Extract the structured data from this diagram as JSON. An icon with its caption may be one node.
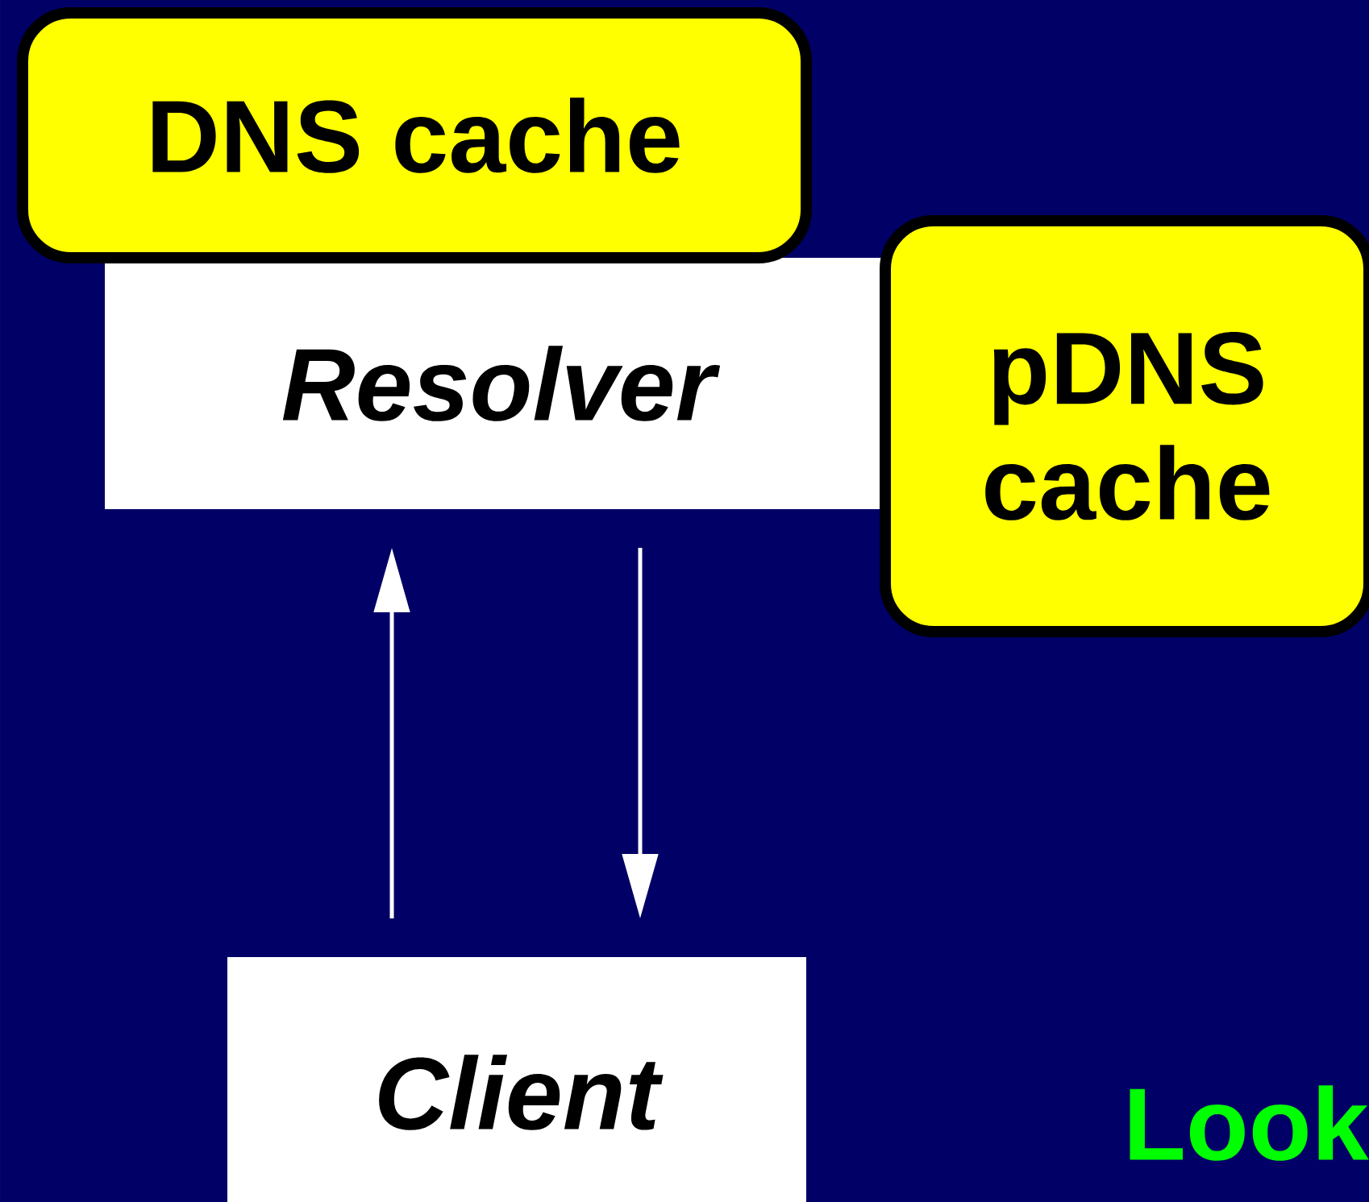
{
  "diagram": {
    "nodes": [
      {
        "text": [
          "DNS cache"
        ]
      },
      {
        "text": [
          "Resolver"
        ]
      },
      {
        "text": [
          "pDNS cache"
        ]
      },
      {
        "text": [
          "Client"
        ]
      }
    ],
    "edges": [
      {
        "from": 3,
        "to": 1,
        "arrow": "to"
      },
      {
        "from": 1,
        "to": 3,
        "arrow": "to"
      }
    ],
    "labels": [
      "Look"
    ]
  }
}
